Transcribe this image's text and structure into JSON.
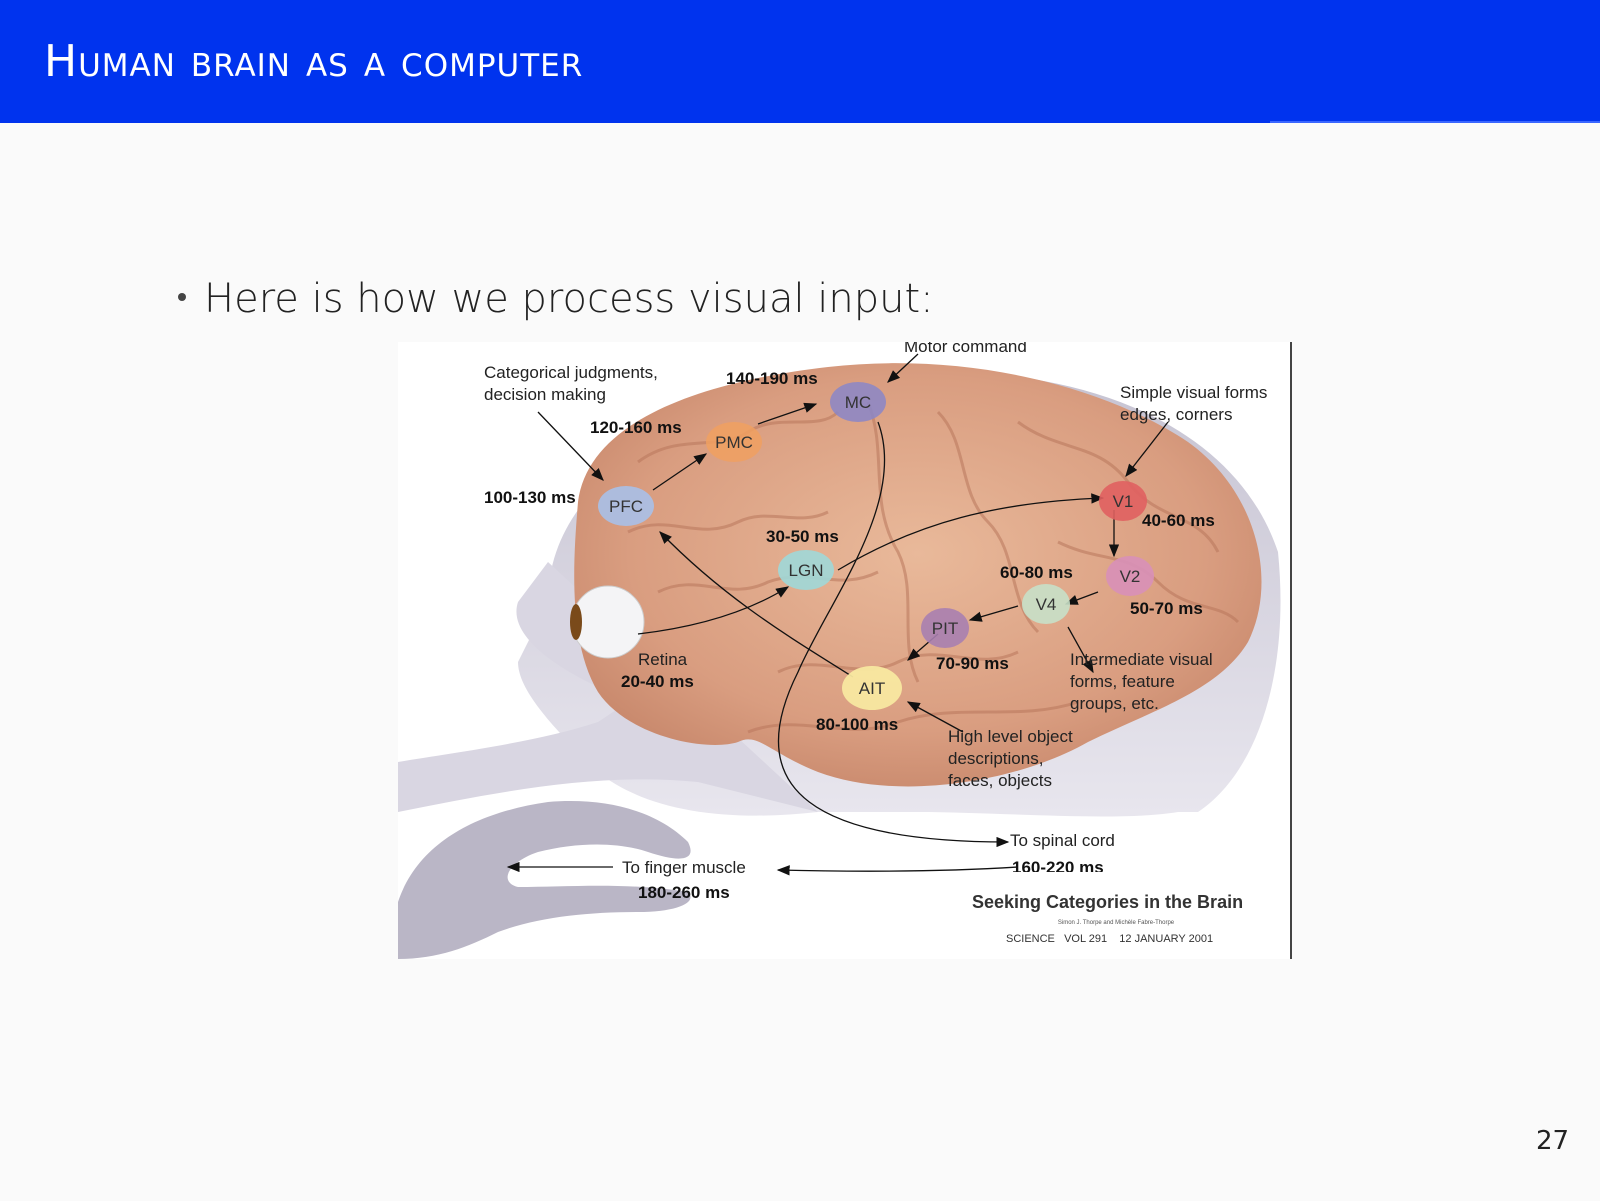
{
  "slide": {
    "title": "Human brain as a computer",
    "bullet": "Here is how we process visual input:",
    "page_number": "27"
  },
  "figure": {
    "nodes": [
      {
        "id": "mc",
        "label": "MC",
        "color": "#8a86c8"
      },
      {
        "id": "pmc",
        "label": "PMC",
        "color": "#f0a060"
      },
      {
        "id": "pfc",
        "label": "PFC",
        "color": "#a8c0e8"
      },
      {
        "id": "lgn",
        "label": "LGN",
        "color": "#a0d8d8"
      },
      {
        "id": "v1",
        "label": "V1",
        "color": "#e06060"
      },
      {
        "id": "v2",
        "label": "V2",
        "color": "#d890b8"
      },
      {
        "id": "v4",
        "label": "V4",
        "color": "#c8e0c8"
      },
      {
        "id": "pit",
        "label": "PIT",
        "color": "#a880b0"
      },
      {
        "id": "ait",
        "label": "AIT",
        "color": "#f8e8a0"
      }
    ],
    "timings": {
      "mc": "140-190 ms",
      "pmc": "120-160 ms",
      "pfc": "100-130 ms",
      "lgn": "30-50 ms",
      "v1": "40-60 ms",
      "v2": "50-70 ms",
      "v4": "60-80 ms",
      "pit": "70-90 ms",
      "ait": "80-100 ms",
      "retina": "20-40 ms",
      "spinal": "160-220 ms",
      "finger": "180-260 ms"
    },
    "labels": {
      "motor_command": "Motor command",
      "categorical_1": "Categorical judgments,",
      "categorical_2": "decision making",
      "simple_1": "Simple visual forms",
      "simple_2": "edges, corners",
      "retina": "Retina",
      "intermediate_1": "Intermediate visual",
      "intermediate_2": "forms, feature",
      "intermediate_3": "groups, etc.",
      "high_1": "High level object",
      "high_2": "descriptions,",
      "high_3": "faces, objects",
      "spinal": "To spinal cord",
      "finger": "To finger muscle"
    },
    "citation": {
      "title": "Seeking Categories in the Brain",
      "authors": "Simon J. Thorpe and Michèle Fabre-Thorpe",
      "journal": "SCIENCE   VOL 291    12 JANUARY 2001"
    }
  }
}
